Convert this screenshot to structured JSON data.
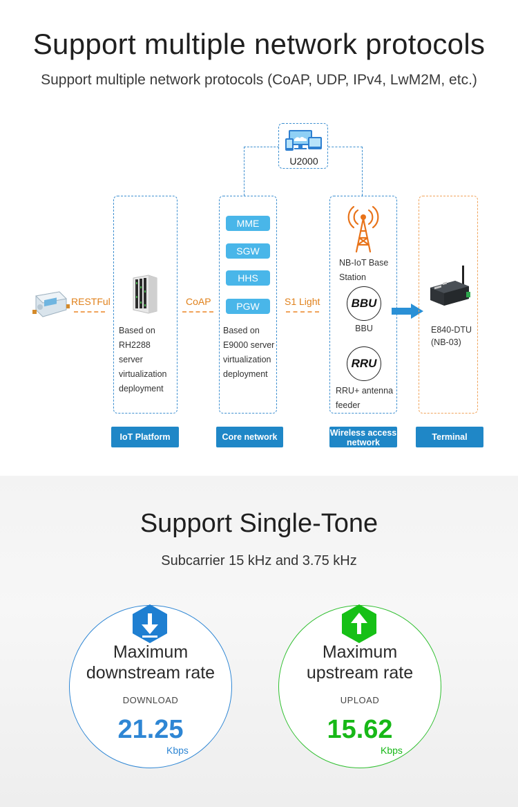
{
  "section1": {
    "title": "Support multiple network protocols",
    "subtitle": "Support multiple network protocols (CoAP, UDP, IPv4, LwM2M, etc.)",
    "top_node": {
      "label": "U2000",
      "icon": "computer-monitor-icon"
    },
    "protocols": {
      "restful": "RESTFul",
      "coap": "CoAP",
      "s1light": "S1 Light"
    },
    "iot_platform": {
      "desc_lines": [
        "Based on",
        "RH2288 server",
        "virtualization",
        "deployment"
      ],
      "button": "IoT Platform"
    },
    "core_network": {
      "pills": [
        "MME",
        "SGW",
        "HHS",
        "PGW"
      ],
      "desc_lines": [
        "Based on",
        "E9000 server",
        "virtualization",
        "deployment"
      ],
      "button": "Core network"
    },
    "wireless": {
      "base_station_lines": [
        "NB-IoT Base",
        "Station"
      ],
      "bbu_circle": "BBU",
      "bbu_label": "BBU",
      "rru_circle": "RRU",
      "rru_lines": [
        "RRU+ antenna",
        "feeder"
      ],
      "button_lines": [
        "Wireless access",
        "network"
      ]
    },
    "terminal": {
      "device_lines": [
        "E840-DTU",
        "(NB-03)"
      ],
      "button": "Terminal"
    },
    "colors": {
      "blue": "#1f87c7",
      "pill": "#49b6e9",
      "orange": "#e0801a"
    }
  },
  "section2": {
    "title": "Support Single-Tone",
    "subtitle": "Subcarrier 15 kHz and 3.75 kHz",
    "download": {
      "title_lines": [
        "Maximum",
        "downstream rate"
      ],
      "caption": "DOWNLOAD",
      "value": "21.25",
      "unit": "Kbps",
      "color": "#2e86d4",
      "icon": "arrow-down-icon"
    },
    "upload": {
      "title_lines": [
        "Maximum",
        "upstream rate"
      ],
      "caption": "UPLOAD",
      "value": "15.62",
      "unit": "Kbps",
      "color": "#17b817",
      "icon": "arrow-up-icon"
    }
  }
}
